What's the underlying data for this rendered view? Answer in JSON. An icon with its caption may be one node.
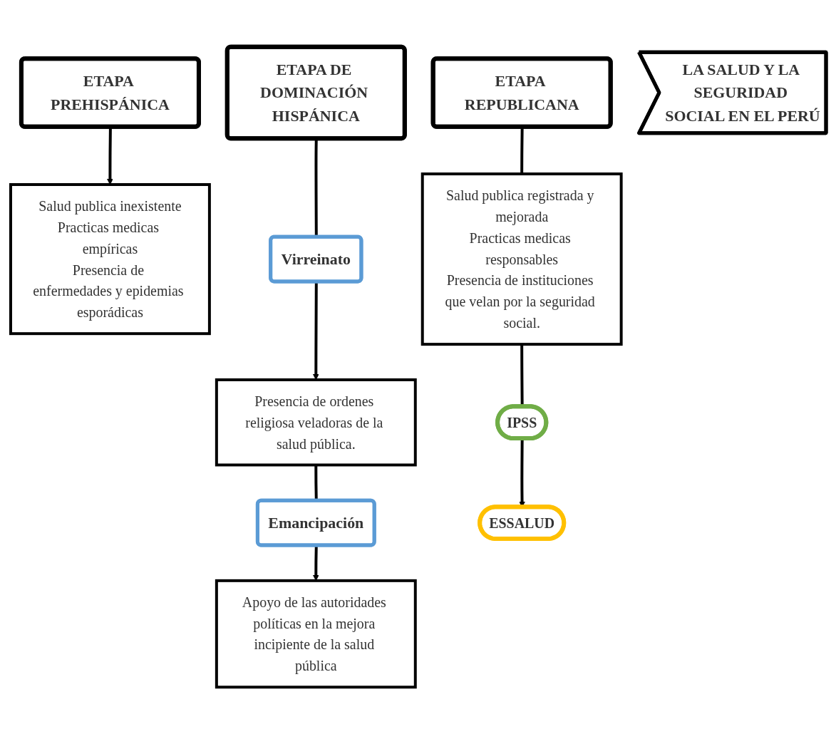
{
  "diagram": {
    "nodes": [
      {
        "text": [
          "ETAPA PREHISPÁNICA"
        ]
      },
      {
        "text": [
          "ETAPA DE DOMINACIÓN HISPÁNICA"
        ]
      },
      {
        "text": [
          "ETAPA REPUBLICANA"
        ]
      },
      {
        "text": [
          "Salud publica inexistente",
          "Practicas medicas empíricas",
          "Presencia de enfermedades y epidemias esporádicas"
        ]
      },
      {
        "text": [
          "Virreinato"
        ]
      },
      {
        "text": [
          "Presencia de ordenes religiosa veladoras de la salud pública."
        ]
      },
      {
        "text": [
          "Emancipación"
        ]
      },
      {
        "text": [
          "Apoyo de las autoridades políticas en la mejora incipiente de la salud pública"
        ]
      },
      {
        "text": [
          "Salud publica registrada y mejorada",
          "Practicas medicas responsables",
          "Presencia de instituciones que velan por la seguridad social."
        ]
      },
      {
        "text": [
          "IPSS"
        ]
      },
      {
        "text": [
          "ESSALUD"
        ]
      },
      {
        "text": [
          "LA SALUD Y LA SEGURIDAD SOCIAL EN EL PERÚ"
        ]
      }
    ],
    "edges": [
      {
        "from": 0,
        "to": 3,
        "arrow": "to"
      },
      {
        "from": 1,
        "to": 4,
        "arrow": "none"
      },
      {
        "from": 4,
        "to": 5,
        "arrow": "to"
      },
      {
        "from": 5,
        "to": 6,
        "arrow": "none"
      },
      {
        "from": 6,
        "to": 7,
        "arrow": "to"
      },
      {
        "from": 2,
        "to": 8,
        "arrow": "none"
      },
      {
        "from": 8,
        "to": 9,
        "arrow": "none"
      },
      {
        "from": 9,
        "to": 10,
        "arrow": "to"
      }
    ]
  }
}
